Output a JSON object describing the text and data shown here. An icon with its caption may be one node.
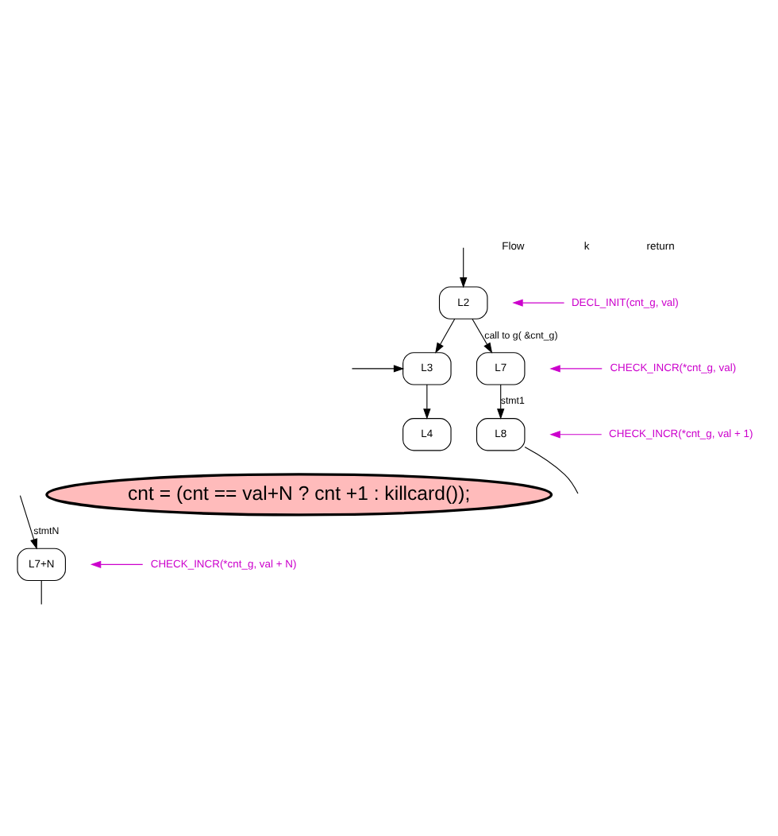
{
  "diagram": {
    "nodes": [
      {
        "text": [
          "L2"
        ]
      },
      {
        "text": [
          "L3"
        ]
      },
      {
        "text": [
          "L4"
        ]
      },
      {
        "text": [
          "L7"
        ]
      },
      {
        "text": [
          "L8"
        ]
      },
      {
        "text": [
          "L7+N"
        ]
      },
      {
        "text": [
          "DECL_INIT(cnt_g, val)"
        ]
      },
      {
        "text": [
          "CHECK_INCR(*cnt_g, val)"
        ]
      },
      {
        "text": [
          "CHECK_INCR(*cnt_g, val + 1)"
        ]
      },
      {
        "text": [
          "CHECK_INCR(*cnt_g, val + N)"
        ]
      },
      {
        "text": [
          "cnt = (cnt == val+N ? cnt +1 : killcard());"
        ]
      }
    ],
    "edges": [
      {
        "from": null,
        "to": 0,
        "arrow": "to"
      },
      {
        "from": 0,
        "to": 1,
        "arrow": "to"
      },
      {
        "from": 1,
        "to": 2,
        "arrow": "to"
      },
      {
        "from": 0,
        "to": 3,
        "label": "call to g( &cnt_g)",
        "arrow": "to"
      },
      {
        "from": 3,
        "to": 4,
        "label": "stmt1",
        "arrow": "to"
      },
      {
        "from": 4,
        "to": null,
        "arrow": "none"
      },
      {
        "from": null,
        "to": 5,
        "label": "stmtN",
        "arrow": "to"
      },
      {
        "from": 5,
        "to": null,
        "arrow": "none"
      },
      {
        "from": null,
        "to": 1,
        "arrow": "to"
      },
      {
        "from": 6,
        "to": null,
        "arrow": "to",
        "color": "#cc00cc"
      },
      {
        "from": 7,
        "to": null,
        "arrow": "to",
        "color": "#cc00cc"
      },
      {
        "from": 8,
        "to": null,
        "arrow": "to",
        "color": "#cc00cc"
      },
      {
        "from": 9,
        "to": null,
        "arrow": "to",
        "color": "#cc00cc"
      }
    ],
    "labels": [
      "Flow",
      "k",
      "return"
    ]
  }
}
